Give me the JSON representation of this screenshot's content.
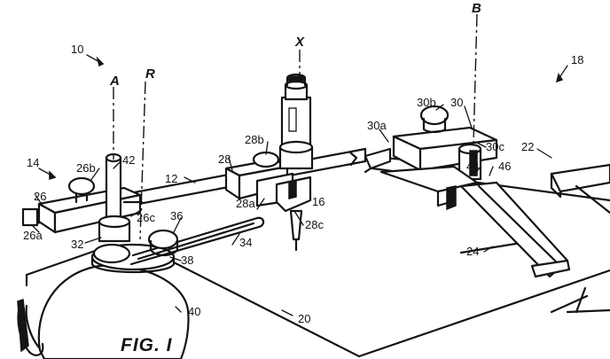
{
  "figure": {
    "caption": "FIG. I",
    "axis_labels": {
      "A": "A",
      "R": "R",
      "X": "X",
      "B": "B"
    },
    "reference_numerals": {
      "n10": "10",
      "n18": "18",
      "n14": "14",
      "n26": "26",
      "n26a": "26a",
      "n26b": "26b",
      "n26c": "26c",
      "n42": "42",
      "n32": "32",
      "n36": "36",
      "n38": "38",
      "n34": "34",
      "n40": "40",
      "n12": "12",
      "n28": "28",
      "n28a": "28a",
      "n28b": "28b",
      "n28c": "28c",
      "n16": "16",
      "n20": "20",
      "n30": "30",
      "n30a": "30a",
      "n30b": "30b",
      "n30c": "30c",
      "n22": "22",
      "n44": "44",
      "n46": "46",
      "n24": "24"
    }
  }
}
